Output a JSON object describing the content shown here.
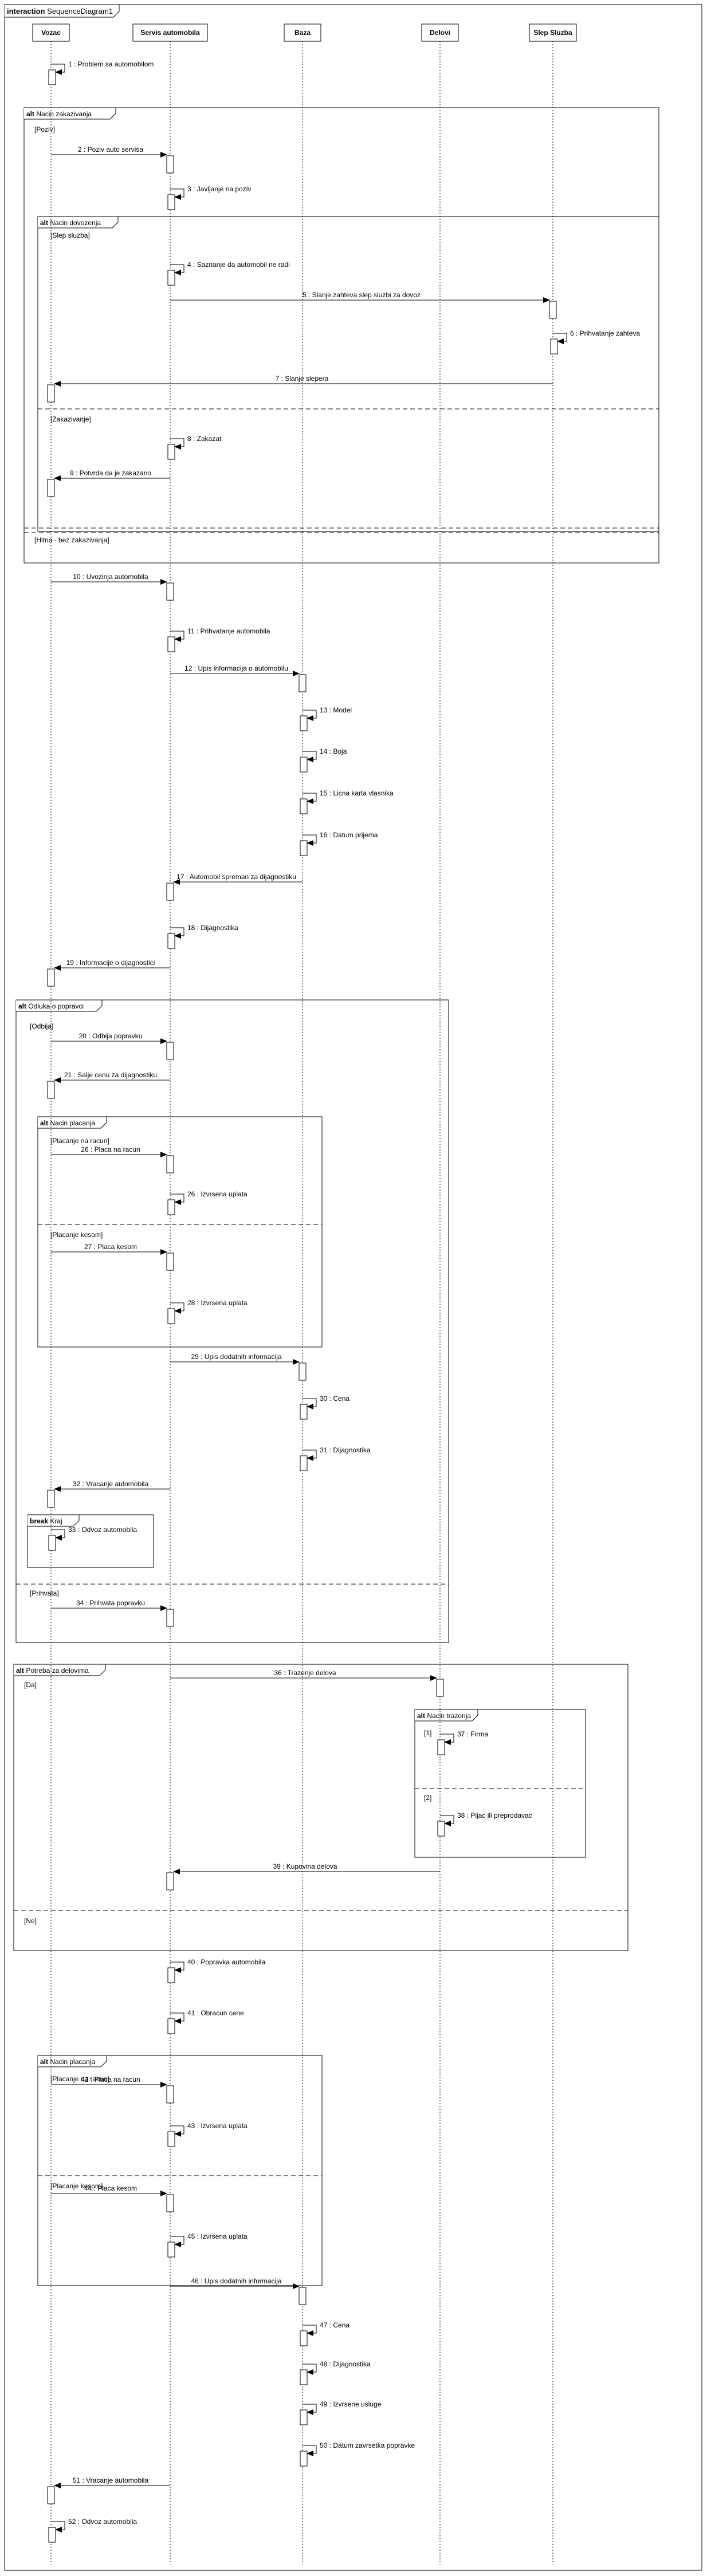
{
  "frame_title_keyword": "interaction",
  "frame_title_name": "SequenceDiagram1",
  "lifelines": [
    {
      "id": "vozac",
      "label": "Vozac"
    },
    {
      "id": "servis",
      "label": "Servis automobila"
    },
    {
      "id": "baza",
      "label": "Baza"
    },
    {
      "id": "delovi",
      "label": "Delovi"
    },
    {
      "id": "slep",
      "label": "Slep Sluzba"
    }
  ],
  "messages": [
    {
      "n": "1",
      "from": "vozac",
      "to": "vozac",
      "text": "1 : Problem sa automobilom"
    },
    {
      "n": "2",
      "from": "vozac",
      "to": "servis",
      "text": "2 : Poziv auto servisa"
    },
    {
      "n": "3",
      "from": "servis",
      "to": "servis",
      "text": "3 : Javljanje na poziv"
    },
    {
      "n": "4",
      "from": "servis",
      "to": "servis",
      "text": "4 : Saznanje da automobil ne radi"
    },
    {
      "n": "5",
      "from": "servis",
      "to": "slep",
      "text": "5 : Slanje zahteva slep sluzbi za dovoz"
    },
    {
      "n": "6",
      "from": "slep",
      "to": "slep",
      "text": "6 : Prihvatanje zahteva"
    },
    {
      "n": "7",
      "from": "slep",
      "to": "vozac",
      "text": "7 : Slanje slepera"
    },
    {
      "n": "8",
      "from": "servis",
      "to": "servis",
      "text": "8 : Zakazat"
    },
    {
      "n": "9",
      "from": "servis",
      "to": "vozac",
      "text": "9 : Potvrda da je zakazano"
    },
    {
      "n": "10",
      "from": "vozac",
      "to": "servis",
      "text": "10 : Uvozinja automobila"
    },
    {
      "n": "11",
      "from": "servis",
      "to": "servis",
      "text": "11 : Prihvatanje automobila"
    },
    {
      "n": "12",
      "from": "servis",
      "to": "baza",
      "text": "12 : Upis informacija o automobilu"
    },
    {
      "n": "13",
      "from": "baza",
      "to": "baza",
      "text": "13 : Model"
    },
    {
      "n": "14",
      "from": "baza",
      "to": "baza",
      "text": "14 : Boja"
    },
    {
      "n": "15",
      "from": "baza",
      "to": "baza",
      "text": "15 : Licna karta vlasnika"
    },
    {
      "n": "16",
      "from": "baza",
      "to": "baza",
      "text": "16 : Datum prijema"
    },
    {
      "n": "17",
      "from": "baza",
      "to": "servis",
      "text": "17 : Automobil spreman za dijagnostiku"
    },
    {
      "n": "18",
      "from": "servis",
      "to": "servis",
      "text": "18 : Dijagnostika"
    },
    {
      "n": "19",
      "from": "servis",
      "to": "vozac",
      "text": "19 : Informacije o dijagnostici"
    },
    {
      "n": "20",
      "from": "vozac",
      "to": "servis",
      "text": "20 : Odbija popravku"
    },
    {
      "n": "21",
      "from": "servis",
      "to": "vozac",
      "text": "21 : Salje cenu za dijagnostiku"
    },
    {
      "n": "26",
      "from": "vozac",
      "to": "servis",
      "text": "26 : Placa na racun"
    },
    {
      "n": "26b",
      "from": "servis",
      "to": "servis",
      "text": "26 : Izvrsena uplata"
    },
    {
      "n": "27",
      "from": "vozac",
      "to": "servis",
      "text": "27 : Placa kesom"
    },
    {
      "n": "28",
      "from": "servis",
      "to": "servis",
      "text": "28 : Izvrsena uplata"
    },
    {
      "n": "29",
      "from": "servis",
      "to": "baza",
      "text": "29 : Upis dodatnih informacija"
    },
    {
      "n": "30",
      "from": "baza",
      "to": "baza",
      "text": "30 : Cena"
    },
    {
      "n": "31",
      "from": "baza",
      "to": "baza",
      "text": "31 : Dijagnostika"
    },
    {
      "n": "32",
      "from": "servis",
      "to": "vozac",
      "text": "32 : Vracanje automobila"
    },
    {
      "n": "33",
      "from": "vozac",
      "to": "vozac",
      "text": "33 : Odvoz automobila"
    },
    {
      "n": "34",
      "from": "vozac",
      "to": "servis",
      "text": "34 : Prihvata popravku"
    },
    {
      "n": "36",
      "from": "servis",
      "to": "delovi",
      "text": "36 : Trazenje delova"
    },
    {
      "n": "37",
      "from": "delovi",
      "to": "delovi",
      "text": "37 : Firma"
    },
    {
      "n": "38",
      "from": "delovi",
      "to": "delovi",
      "text": "38 : Pijac ili preprodavac"
    },
    {
      "n": "39",
      "from": "delovi",
      "to": "servis",
      "text": "39 : Kupovina delova"
    },
    {
      "n": "40",
      "from": "servis",
      "to": "servis",
      "text": "40 : Popravka automobila"
    },
    {
      "n": "41",
      "from": "servis",
      "to": "servis",
      "text": "41 : Obracun cene"
    },
    {
      "n": "42",
      "from": "vozac",
      "to": "servis",
      "text": "42 : Placa na racun"
    },
    {
      "n": "43",
      "from": "servis",
      "to": "servis",
      "text": "43 : Izvrsena uplata"
    },
    {
      "n": "44",
      "from": "vozac",
      "to": "servis",
      "text": "44 : Placa kesom"
    },
    {
      "n": "45",
      "from": "servis",
      "to": "servis",
      "text": "45 : Izvrsena uplata"
    },
    {
      "n": "46",
      "from": "servis",
      "to": "baza",
      "text": "46 : Upis dodatnih informacija"
    },
    {
      "n": "47",
      "from": "baza",
      "to": "baza",
      "text": "47 : Cena"
    },
    {
      "n": "48",
      "from": "baza",
      "to": "baza",
      "text": "48 : Dijagnostika"
    },
    {
      "n": "49",
      "from": "baza",
      "to": "baza",
      "text": "49 : Izvrsene usluge"
    },
    {
      "n": "50",
      "from": "baza",
      "to": "baza",
      "text": "50 : Datum zavrsetka popravke"
    },
    {
      "n": "51",
      "from": "servis",
      "to": "vozac",
      "text": "51 : Vracanje automobila"
    },
    {
      "n": "52",
      "from": "vozac",
      "to": "vozac",
      "text": "52 : Odvoz automobila"
    }
  ],
  "fragments": [
    {
      "id": "f1",
      "keyword": "alt",
      "name": "Nacin zakazivanja"
    },
    {
      "id": "f2",
      "keyword": "alt",
      "name": "Nacin dovozenja"
    },
    {
      "id": "f3",
      "keyword": "alt",
      "name": "Odluka o popravci"
    },
    {
      "id": "f4",
      "keyword": "alt",
      "name": "Nacin placanja"
    },
    {
      "id": "f5",
      "keyword": "break",
      "name": "Kraj"
    },
    {
      "id": "f6",
      "keyword": "alt",
      "name": "Potreba za delovima"
    },
    {
      "id": "f7",
      "keyword": "alt",
      "name": "Nacin trazenja"
    },
    {
      "id": "f8",
      "keyword": "alt",
      "name": "Nacin placanja"
    }
  ],
  "guards": [
    {
      "id": "g1",
      "text": "[Poziv]"
    },
    {
      "id": "g2",
      "text": "[Slep sluzba]"
    },
    {
      "id": "g3",
      "text": "[Zakazivanje]"
    },
    {
      "id": "g4",
      "text": "[Hitno - bez zakazivanja]"
    },
    {
      "id": "g5",
      "text": "[Odbija]"
    },
    {
      "id": "g6",
      "text": "[Placanje na racun]"
    },
    {
      "id": "g7",
      "text": "[Placanje kesom]"
    },
    {
      "id": "g8",
      "text": "[Prihvata]"
    },
    {
      "id": "g9",
      "text": "[Da]"
    },
    {
      "id": "g10",
      "text": "[1]"
    },
    {
      "id": "g11",
      "text": "[2]"
    },
    {
      "id": "g12",
      "text": "[Ne]"
    },
    {
      "id": "g13",
      "text": "[Placanje na racun]"
    },
    {
      "id": "g14",
      "text": "[Placanje kesom]"
    }
  ]
}
